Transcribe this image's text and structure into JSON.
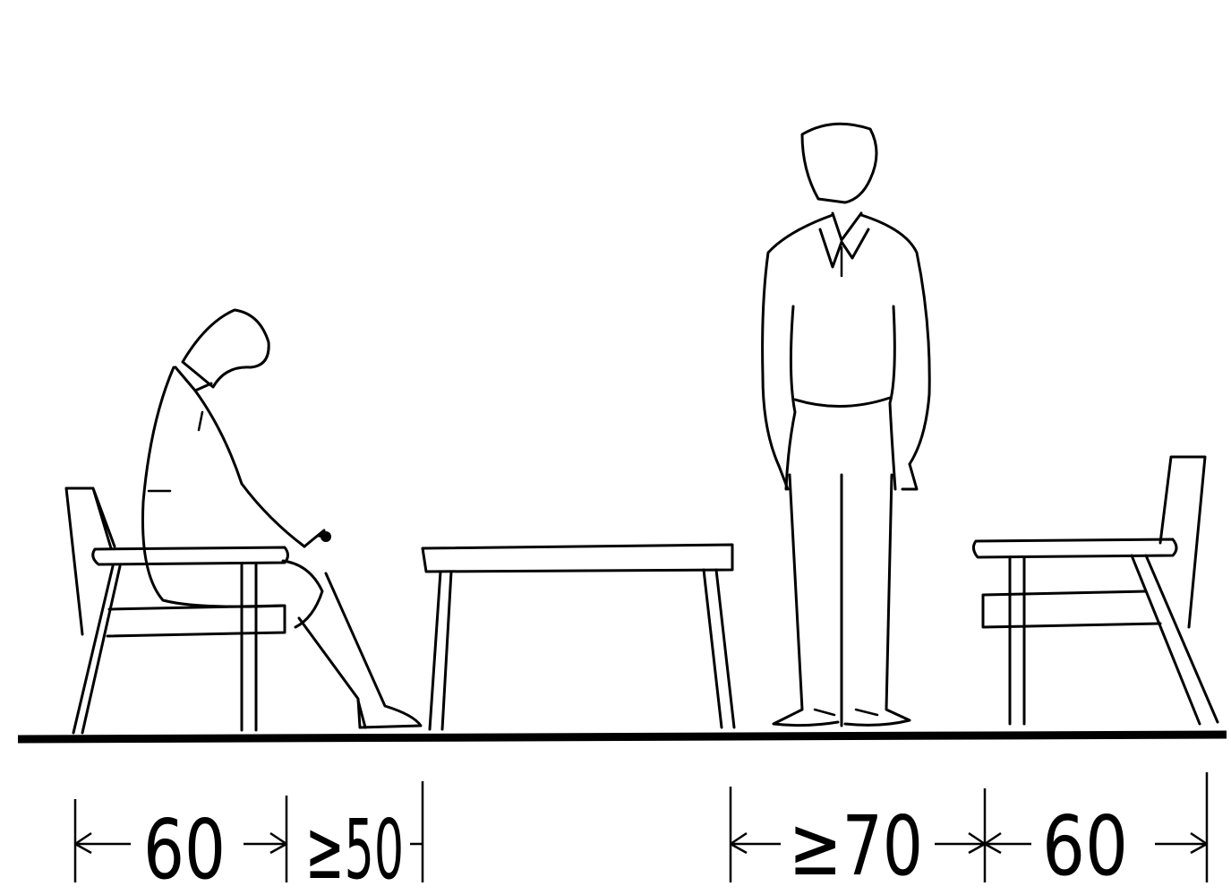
{
  "dimensions": {
    "seat_depth_left": "60",
    "legroom": "≥50",
    "passage": "≥70",
    "seat_depth_right": "60"
  }
}
